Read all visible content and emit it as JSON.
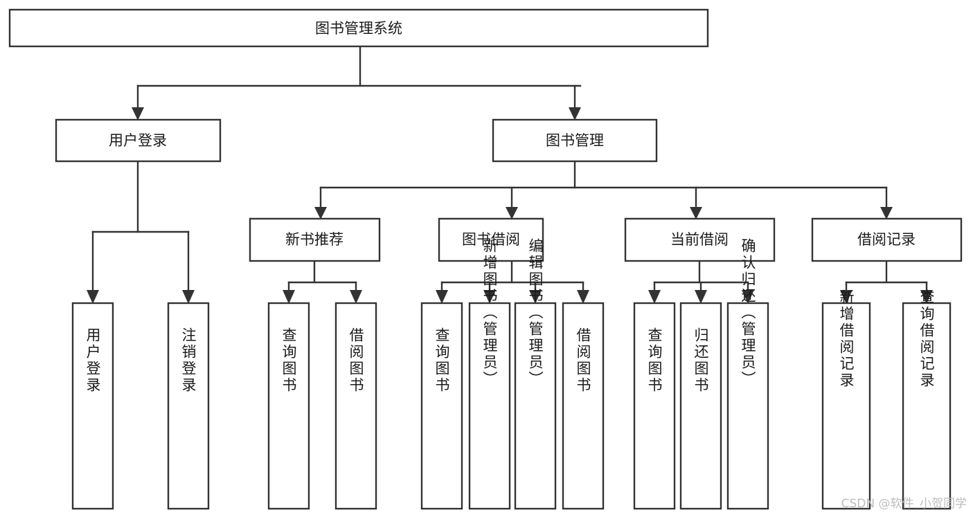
{
  "diagram": {
    "title": "图书管理系统",
    "type": "hierarchy-tree",
    "root": {
      "id": "root",
      "label": "图书管理系统",
      "orientation": "horizontal"
    },
    "level2": [
      {
        "id": "user-login",
        "label": "用户登录",
        "orientation": "horizontal"
      },
      {
        "id": "book-manage",
        "label": "图书管理",
        "orientation": "horizontal"
      }
    ],
    "level3": [
      {
        "id": "new-book-recommend",
        "label": "新书推荐",
        "parent": "book-manage",
        "orientation": "horizontal"
      },
      {
        "id": "book-borrow",
        "label": "图书借阅",
        "parent": "book-manage",
        "orientation": "horizontal"
      },
      {
        "id": "current-borrow",
        "label": "当前借阅",
        "parent": "book-manage",
        "orientation": "horizontal"
      },
      {
        "id": "borrow-record",
        "label": "借阅记录",
        "parent": "book-manage",
        "orientation": "horizontal"
      }
    ],
    "leaves": [
      {
        "id": "leaf-user-login",
        "label": "用户登录",
        "parent": "user-login",
        "orientation": "vertical"
      },
      {
        "id": "leaf-logout-login",
        "label": "注销登录",
        "parent": "user-login",
        "orientation": "vertical"
      },
      {
        "id": "leaf-query-book-1",
        "label": "查询图书",
        "parent": "new-book-recommend",
        "orientation": "vertical"
      },
      {
        "id": "leaf-borrow-book-1",
        "label": "借阅图书",
        "parent": "new-book-recommend",
        "orientation": "vertical"
      },
      {
        "id": "leaf-query-book-2",
        "label": "查询图书",
        "parent": "book-borrow",
        "orientation": "vertical"
      },
      {
        "id": "leaf-add-book",
        "label": "新增图书（管理员）",
        "parent": "book-borrow",
        "orientation": "vertical"
      },
      {
        "id": "leaf-edit-book",
        "label": "编辑图书（管理员）",
        "parent": "book-borrow",
        "orientation": "vertical"
      },
      {
        "id": "leaf-borrow-book-2",
        "label": "借阅图书",
        "parent": "book-borrow",
        "orientation": "vertical"
      },
      {
        "id": "leaf-query-book-3",
        "label": "查询图书",
        "parent": "current-borrow",
        "orientation": "vertical"
      },
      {
        "id": "leaf-return-book",
        "label": "归还图书",
        "parent": "current-borrow",
        "orientation": "vertical"
      },
      {
        "id": "leaf-confirm-return",
        "label": "确认归还（管理员）",
        "parent": "current-borrow",
        "orientation": "vertical"
      },
      {
        "id": "leaf-add-record",
        "label": "新增借阅记录",
        "parent": "borrow-record",
        "orientation": "vertical"
      },
      {
        "id": "leaf-query-record",
        "label": "查询借阅记录",
        "parent": "borrow-record",
        "orientation": "vertical"
      }
    ],
    "colors": {
      "stroke": "#333333",
      "fill": "#ffffff",
      "text": "#1a1a1a",
      "watermark": "#bdbdbd",
      "background": "#ffffff"
    }
  },
  "watermark": {
    "text": "CSDN @软件_小贺同学"
  }
}
